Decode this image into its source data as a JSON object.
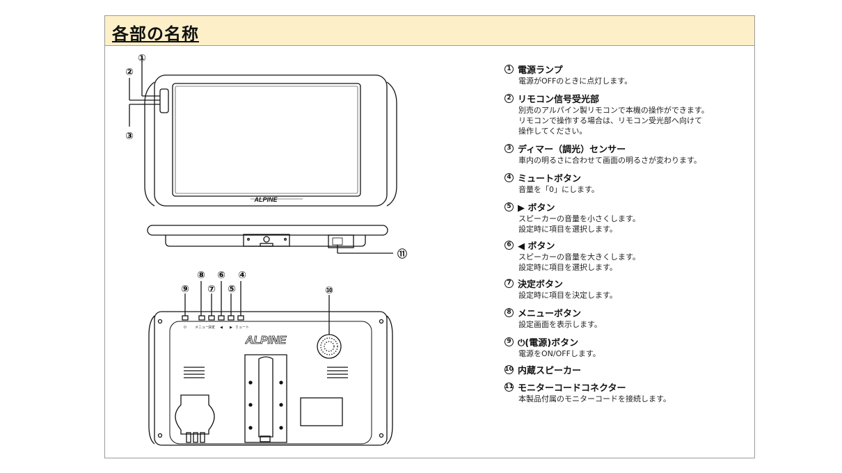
{
  "title": "各部の名称",
  "diagram": {
    "brand_front": "ALPINE",
    "brand_back": "ALPINE",
    "callouts": [
      "①",
      "②",
      "③",
      "④",
      "⑤",
      "⑥",
      "⑦",
      "⑧",
      "⑨",
      "⑩",
      "⑪"
    ],
    "back_labels": [
      "⏻",
      "メニュー",
      "決定",
      "◀",
      "▶",
      "ミュート"
    ]
  },
  "parts": [
    {
      "num": "1",
      "name": "電源ランプ",
      "desc": "電源がOFFのときに点灯します。"
    },
    {
      "num": "2",
      "name": "リモコン信号受光部",
      "desc": "別売のアルパイン製リモコンで本機の操作ができます。\nリモコンで操作する場合は、リモコン受光部へ向けて\n操作してください。"
    },
    {
      "num": "3",
      "name": "ディマー（調光）センサー",
      "desc": "車内の明るさに合わせて画面の明るさが変わります。"
    },
    {
      "num": "4",
      "name": "ミュートボタン",
      "desc": "音量を「0」にします。"
    },
    {
      "num": "5",
      "name": "▶ ボタン",
      "desc": "スピーカーの音量を小さくします。\n設定時に項目を選択します。"
    },
    {
      "num": "6",
      "name": "◀ ボタン",
      "desc": "スピーカーの音量を大きくします。\n設定時に項目を選択します。"
    },
    {
      "num": "7",
      "name": "決定ボタン",
      "desc": "設定時に項目を決定します。"
    },
    {
      "num": "8",
      "name": "メニューボタン",
      "desc": "設定画面を表示します。"
    },
    {
      "num": "9",
      "name": "⏻(電源)ボタン",
      "desc": "電源をON/OFFします。"
    },
    {
      "num": "10",
      "name": "内蔵スピーカー",
      "desc": ""
    },
    {
      "num": "11",
      "name": "モニターコードコネクター",
      "desc": "本製品付属のモニターコードを接続します。"
    }
  ]
}
